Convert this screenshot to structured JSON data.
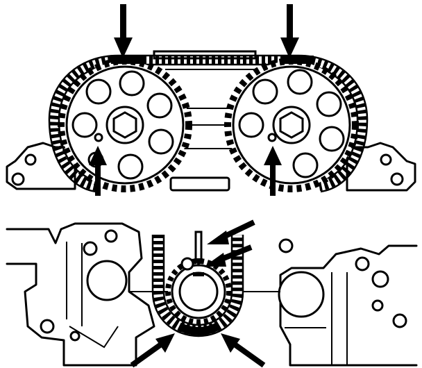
{
  "diagram": {
    "type": "timing-chain-alignment",
    "colors": {
      "ink": "#000000",
      "paper": "#ffffff"
    },
    "upper": {
      "sprockets": [
        "left-camshaft-sprocket",
        "right-camshaft-sprocket"
      ],
      "arrows_down": 2,
      "arrows_up": 2
    },
    "lower": {
      "sprockets": [
        "crankshaft-sprocket"
      ],
      "arrows_diagonal": 4
    }
  }
}
